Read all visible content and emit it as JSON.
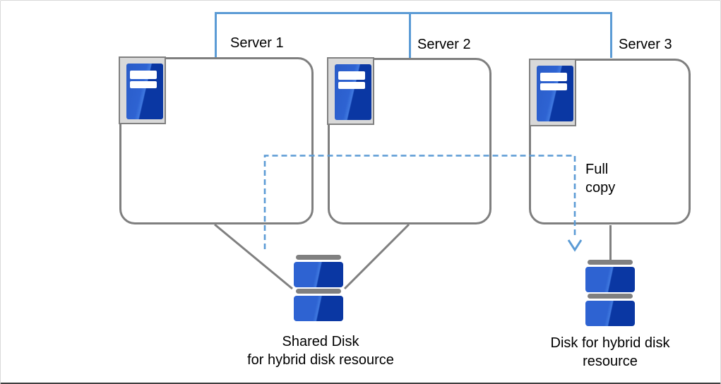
{
  "servers": [
    {
      "label": "Server 1"
    },
    {
      "label": "Server 2"
    },
    {
      "label": "Server 3"
    }
  ],
  "annotations": {
    "full_copy": "Full copy"
  },
  "captions": {
    "shared_disk": {
      "line1": "Shared Disk",
      "line2": "for hybrid disk resource"
    },
    "hybrid_disk": {
      "line1": "Disk for hybrid disk",
      "line2": "resource"
    }
  },
  "icons": {
    "server": "server-tower-icon",
    "shared_disk": "disk-stack-icon",
    "hybrid_disk": "disk-stack-icon",
    "full_copy_arrow": "arrow-down-icon",
    "interconnect": "network-link-lines",
    "disk_links": "disk-connection-lines"
  },
  "colors": {
    "accent_blue": "#5b9bd5",
    "line_gray": "#808080",
    "box_border_gray": "#7f7f7f",
    "icon_frame_gray": "#d9d9d9",
    "icon_border_gray": "#808080",
    "blue_light": "#2e63d2",
    "blue_dark": "#0a37a3",
    "text_color": "#000000"
  }
}
